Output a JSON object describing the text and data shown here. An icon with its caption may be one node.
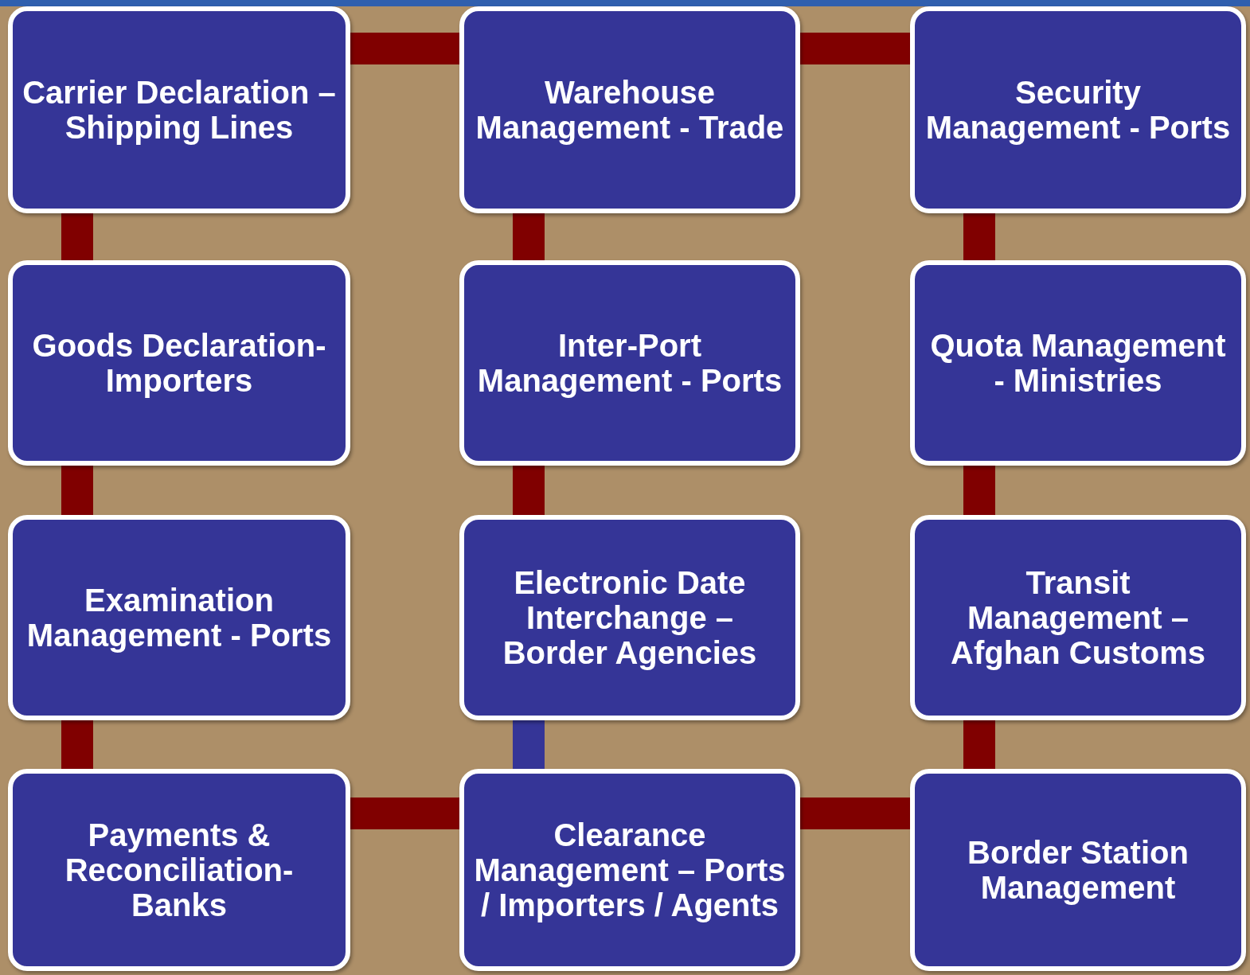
{
  "diagram": {
    "nodes": [
      {
        "text": [
          "Carrier Declaration – Shipping Lines"
        ]
      },
      {
        "text": [
          "Warehouse Management - Trade"
        ]
      },
      {
        "text": [
          "Security Management - Ports"
        ]
      },
      {
        "text": [
          "Goods Declaration-Importers"
        ]
      },
      {
        "text": [
          "Inter-Port Management - Ports"
        ]
      },
      {
        "text": [
          "Quota Management - Ministries"
        ]
      },
      {
        "text": [
          "Examination Management - Ports"
        ]
      },
      {
        "text": [
          "Electronic Date Interchange – Border Agencies"
        ]
      },
      {
        "text": [
          "Transit Management – Afghan Customs"
        ]
      },
      {
        "text": [
          "Payments & Reconciliation-Banks"
        ]
      },
      {
        "text": [
          "Clearance Management – Ports / Importers / Agents"
        ]
      },
      {
        "text": [
          "Border Station Management"
        ]
      }
    ],
    "edges": [
      {
        "from": 0,
        "to": 1,
        "arrow": "none"
      },
      {
        "from": 1,
        "to": 2,
        "arrow": "none"
      },
      {
        "from": 0,
        "to": 3,
        "arrow": "none"
      },
      {
        "from": 3,
        "to": 6,
        "arrow": "none"
      },
      {
        "from": 6,
        "to": 9,
        "arrow": "none"
      },
      {
        "from": 1,
        "to": 4,
        "arrow": "none"
      },
      {
        "from": 4,
        "to": 7,
        "arrow": "none"
      },
      {
        "from": 7,
        "to": 10,
        "arrow": "none",
        "color": "#353597"
      },
      {
        "from": 2,
        "to": 5,
        "arrow": "none"
      },
      {
        "from": 5,
        "to": 8,
        "arrow": "none"
      },
      {
        "from": 8,
        "to": 11,
        "arrow": "none"
      },
      {
        "from": 9,
        "to": 10,
        "arrow": "none"
      },
      {
        "from": 10,
        "to": 11,
        "arrow": "none"
      }
    ]
  }
}
